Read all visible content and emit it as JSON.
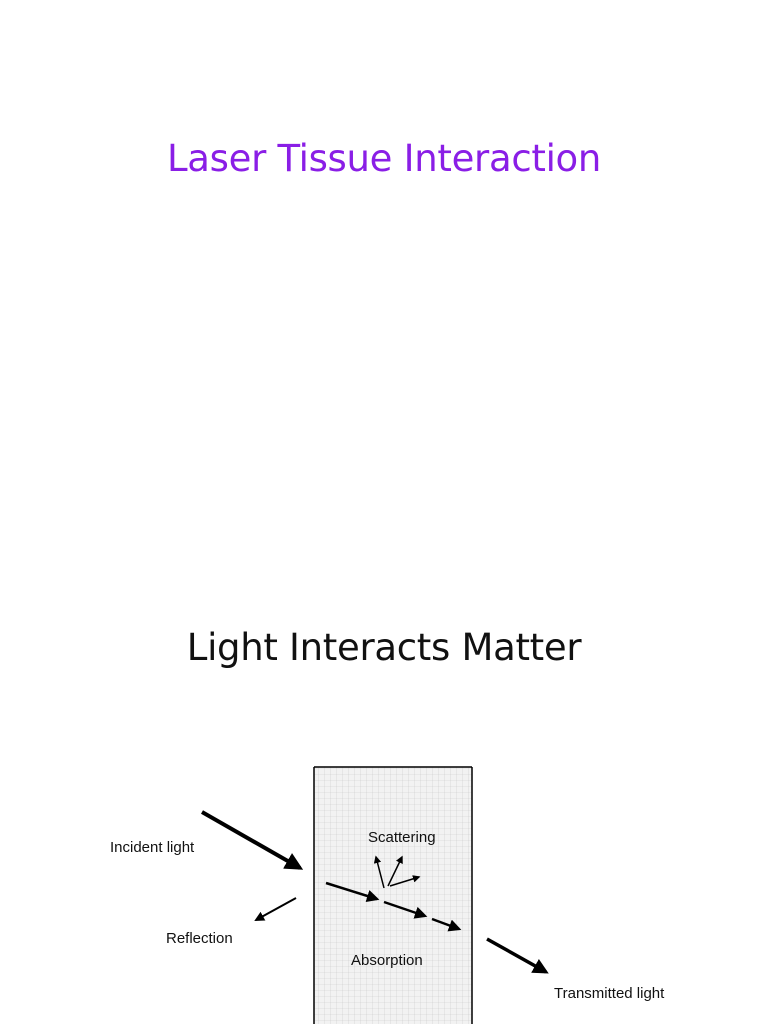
{
  "slide1": {
    "title": "Laser Tissue Interaction",
    "title_color": "#8a1ee6"
  },
  "slide2": {
    "title": "Light Interacts Matter",
    "title_color": "#111111",
    "diagram": {
      "labels": {
        "incident": "Incident light",
        "reflection": "Reflection",
        "scattering": "Scattering",
        "absorption": "Absorption",
        "transmitted": "Transmitted light"
      },
      "medium_color": "#f2f2f2",
      "grid_color": "#c8c8c8",
      "arrow_color": "#000000"
    }
  }
}
